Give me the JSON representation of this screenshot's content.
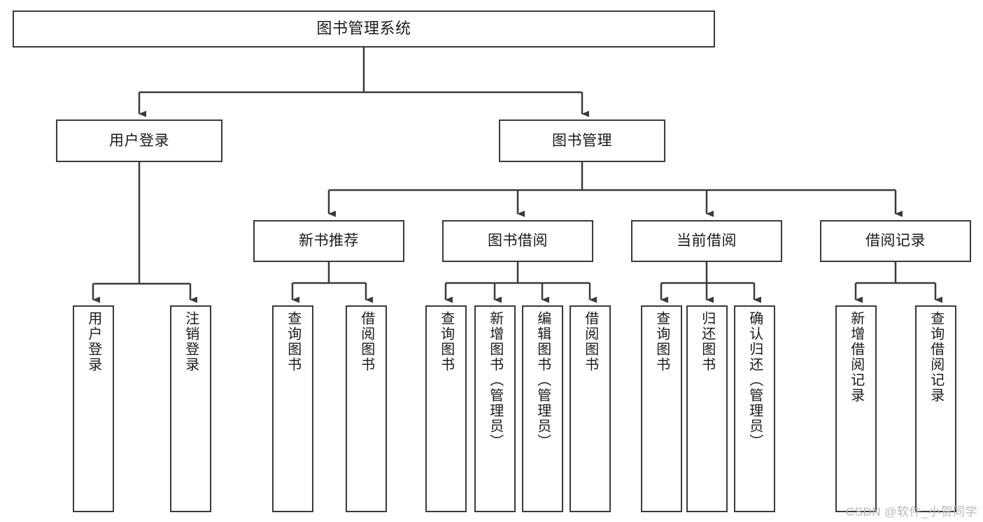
{
  "diagram": {
    "title": "图书管理系统",
    "type": "tree-hierarchy",
    "orientation": "top-down",
    "line_color": "#3a3a3a",
    "box_fill": "#ffffff",
    "text_color": "#1a1a1a"
  },
  "nodes": {
    "root": {
      "label": "图书管理系统",
      "level": 1
    },
    "level2": [
      {
        "label": "用户登录",
        "level": 2
      },
      {
        "label": "图书管理",
        "level": 2
      }
    ],
    "level3": [
      {
        "label": "新书推荐",
        "level": 3
      },
      {
        "label": "图书借阅",
        "level": 3
      },
      {
        "label": "当前借阅",
        "level": 3
      },
      {
        "label": "借阅记录",
        "level": 3
      }
    ],
    "leaves_user_login": [
      {
        "label": "用户登录",
        "level": 4
      },
      {
        "label": "注销登录",
        "level": 4
      }
    ],
    "leaves_new_book": [
      {
        "label": "查询图书",
        "level": 4
      },
      {
        "label": "借阅图书",
        "level": 4
      }
    ],
    "leaves_borrow": [
      {
        "label": "查询图书",
        "level": 4
      },
      {
        "label": "新增图书（管理员）",
        "level": 4
      },
      {
        "label": "编辑图书（管理员）",
        "level": 4
      },
      {
        "label": "借阅图书",
        "level": 4
      }
    ],
    "leaves_current": [
      {
        "label": "查询图书",
        "level": 4
      },
      {
        "label": "归还图书",
        "level": 4
      },
      {
        "label": "确认归还（管理员）",
        "level": 4
      }
    ],
    "leaves_records": [
      {
        "label": "新增借阅记录",
        "level": 4
      },
      {
        "label": "查询借阅记录",
        "level": 4
      }
    ]
  },
  "watermark": {
    "text": "CSDN @软件_小贺同学"
  }
}
